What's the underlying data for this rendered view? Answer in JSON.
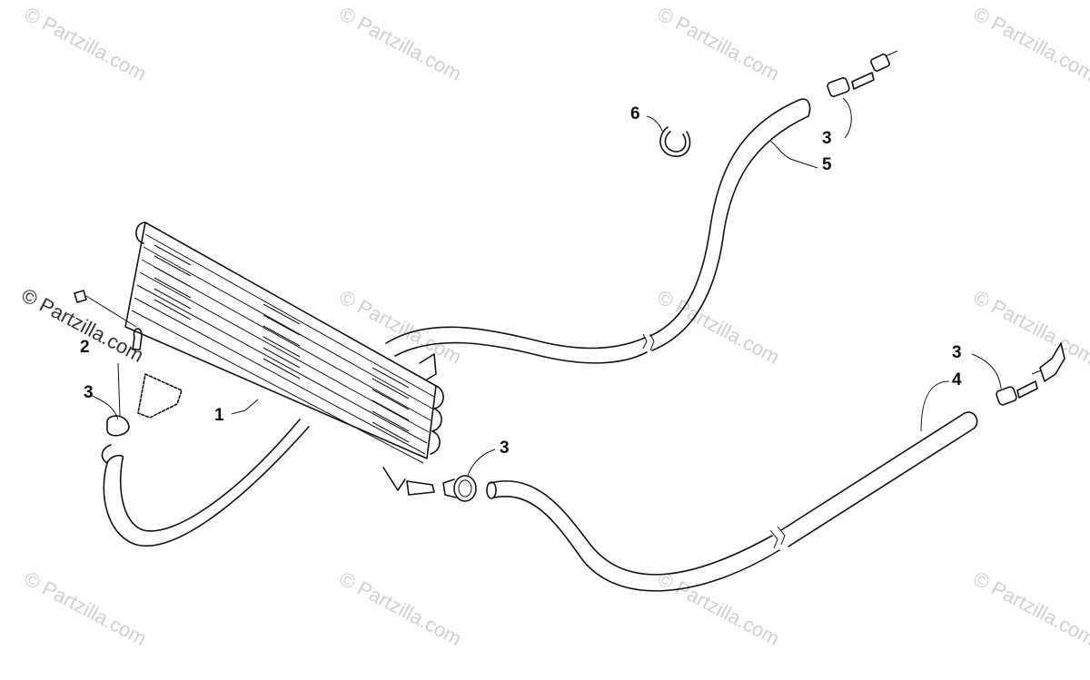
{
  "watermark": {
    "text": "© Partzilla.com"
  },
  "callouts": {
    "c1": "1",
    "c2": "2",
    "c3a": "3",
    "c3b": "3",
    "c3c": "3",
    "c3d": "3",
    "c4": "4",
    "c5": "5",
    "c6": "6"
  }
}
